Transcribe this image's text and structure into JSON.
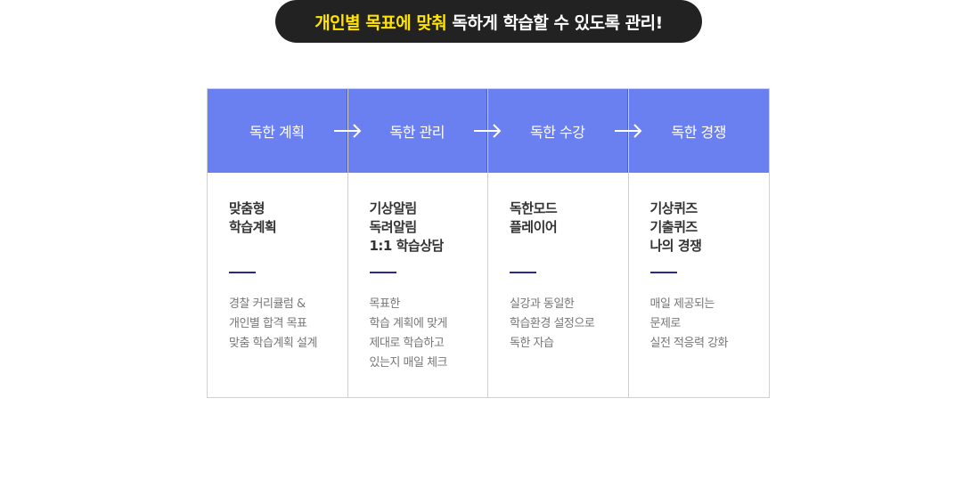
{
  "banner": {
    "highlight": "개인별 목표에 맞춰",
    "rest": " 독하게 학습할 수 있도록 관리!"
  },
  "steps": [
    {
      "header": "독한 계획",
      "title": [
        "맞춤형",
        "학습계획"
      ],
      "desc": [
        "경찰 커리큘럼 &",
        "개인별 합격 목표",
        "맞춤 학습계획 설계"
      ]
    },
    {
      "header": "독한 관리",
      "title": [
        "기상알림",
        "독려알림",
        "1:1 학습상담"
      ],
      "desc": [
        "목표한",
        "학습 계획에 맞게",
        "제대로 학습하고",
        "있는지 매일 체크"
      ]
    },
    {
      "header": "독한 수강",
      "title": [
        "독한모드",
        "플레이어"
      ],
      "desc": [
        "실강과 동일한",
        "학습환경 설정으로",
        "독한 자습"
      ]
    },
    {
      "header": "독한 경쟁",
      "title": [
        "기상퀴즈",
        "기출퀴즈",
        "나의 경쟁"
      ],
      "desc": [
        "매일 제공되는",
        "문제로",
        "실전 적응력 강화"
      ]
    }
  ],
  "colors": {
    "header_bg": "#6b80f0",
    "banner_bg": "#222222",
    "highlight": "#ffe400",
    "accent_bar": "#2a2a8a"
  }
}
